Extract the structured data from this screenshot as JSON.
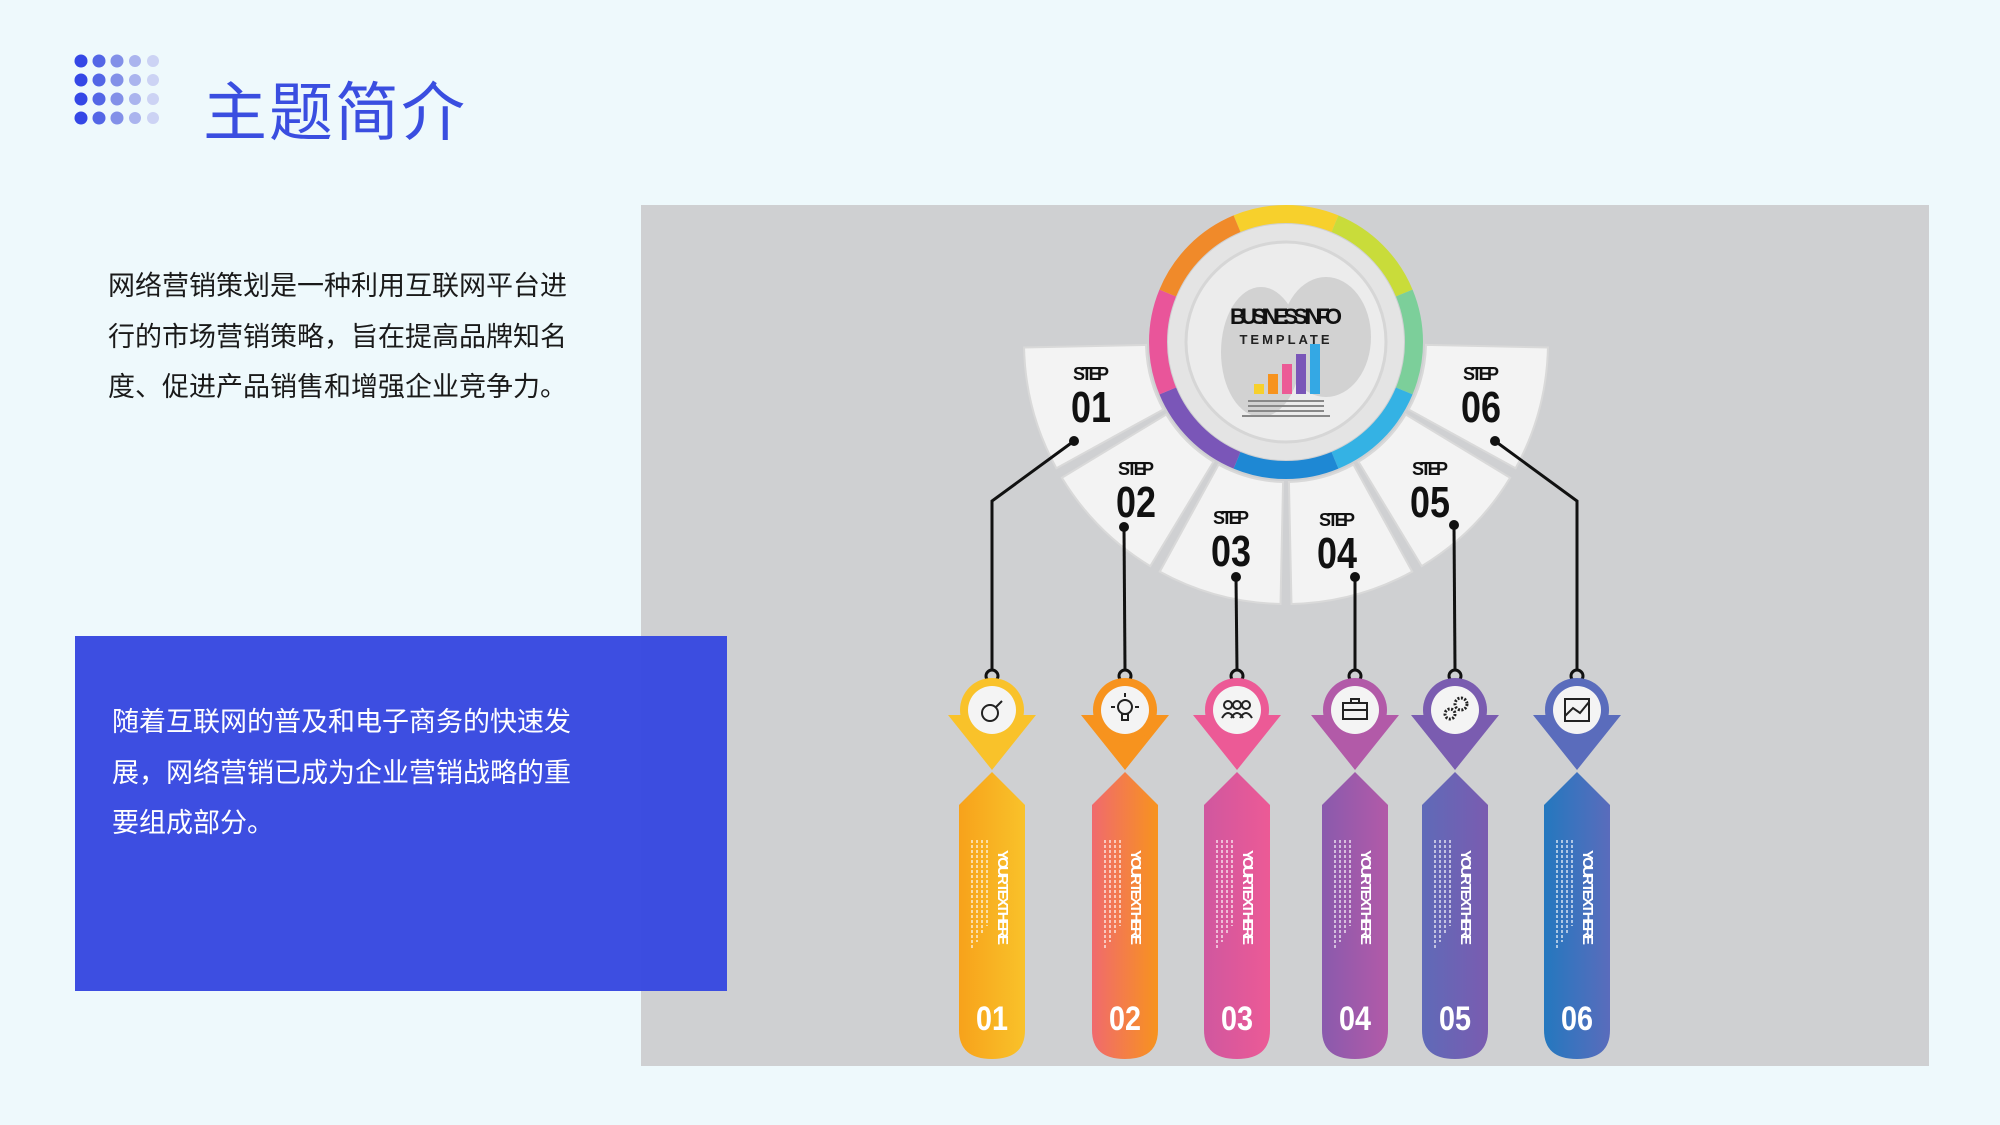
{
  "header": {
    "title": "主题简介"
  },
  "intro": {
    "text": "网络营销策划是一种利用互联网平台进行的市场营销策略，旨在提高品牌知名度、促进产品销售和增强企业竞争力。"
  },
  "highlight": {
    "text": "随着互联网的普及和电子商务的快速发展，网络营销已成为企业营销战略的重要组成部分。",
    "color": "#3748e0"
  },
  "infographic": {
    "center_title": "BUSINESS INFO",
    "center_subtitle": "TEMPLATE",
    "steps": [
      {
        "label": "STEP",
        "num": "01",
        "tag": "01",
        "text": "YOUR TEXT HERE",
        "icon": "magnifier-icon",
        "color": "#f9c22a",
        "color2": "#f7a21b"
      },
      {
        "label": "STEP",
        "num": "02",
        "tag": "02",
        "text": "YOUR TEXT HERE",
        "icon": "lightbulb-icon",
        "color": "#f7931e",
        "color2": "#f06a6e"
      },
      {
        "label": "STEP",
        "num": "03",
        "tag": "03",
        "text": "YOUR TEXT HERE",
        "icon": "team-icon",
        "color": "#ec5a96",
        "color2": "#d0579f"
      },
      {
        "label": "STEP",
        "num": "04",
        "tag": "04",
        "text": "YOUR TEXT HERE",
        "icon": "briefcase-icon",
        "color": "#b25aa8",
        "color2": "#8a5aad"
      },
      {
        "label": "STEP",
        "num": "05",
        "tag": "05",
        "text": "YOUR TEXT HERE",
        "icon": "gears-icon",
        "color": "#7a5cb0",
        "color2": "#5f6ab8"
      },
      {
        "label": "STEP",
        "num": "06",
        "tag": "06",
        "text": "YOUR TEXT HERE",
        "icon": "chart-icon",
        "color": "#5a6cbc",
        "color2": "#2478bf"
      }
    ],
    "ring_colors": [
      "#f7d02c",
      "#c9dc3a",
      "#7ccf9a",
      "#34b2e4",
      "#1e88d4",
      "#7a56b8",
      "#e9559a",
      "#f08a2a"
    ]
  }
}
